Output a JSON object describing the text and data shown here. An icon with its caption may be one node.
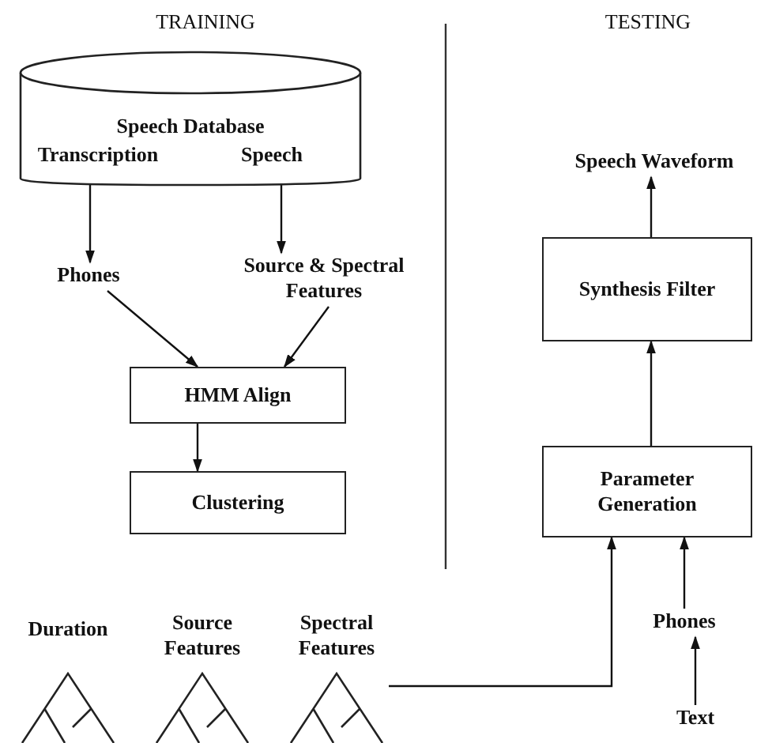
{
  "diagram": {
    "nodes": [
      {
        "text": [
          "Speech Database"
        ]
      },
      {
        "text": [
          "Transcription"
        ],
        "in": 0
      },
      {
        "text": [
          "Speech"
        ],
        "in": 0
      },
      {
        "text": [
          "Phones"
        ]
      },
      {
        "text": [
          "Source & Spectral Features"
        ]
      },
      {
        "text": [
          "HMM Align"
        ]
      },
      {
        "text": [
          "Clustering"
        ]
      },
      {
        "text": [
          "Duration"
        ]
      },
      {
        "text": [
          "Source Features"
        ]
      },
      {
        "text": [
          "Spectral Features"
        ]
      },
      {
        "text": [
          "Speech Waveform"
        ]
      },
      {
        "text": [
          "Synthesis Filter"
        ]
      },
      {
        "text": [
          "Parameter Generation"
        ]
      },
      {
        "text": [
          "Phones"
        ]
      },
      {
        "text": [
          "Text"
        ]
      }
    ],
    "edges": [
      {
        "from": 1,
        "to": 3,
        "arrow": "to"
      },
      {
        "from": 2,
        "to": 4,
        "arrow": "to"
      },
      {
        "from": 3,
        "to": 5,
        "arrow": "to"
      },
      {
        "from": 4,
        "to": 5,
        "arrow": "to"
      },
      {
        "from": 5,
        "to": 6,
        "arrow": "to"
      },
      {
        "from": 9,
        "to": 12,
        "arrow": "to"
      },
      {
        "from": 12,
        "to": 11,
        "arrow": "to"
      },
      {
        "from": 11,
        "to": 10,
        "arrow": "to"
      },
      {
        "from": 13,
        "to": 12,
        "arrow": "to"
      },
      {
        "from": 14,
        "to": 13,
        "arrow": "to"
      }
    ],
    "labels": [
      "TRAINING",
      "TESTING"
    ]
  }
}
